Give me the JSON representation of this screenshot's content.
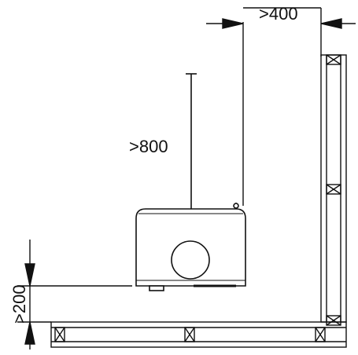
{
  "dimensions": {
    "top_clearance": ">400",
    "overhead_clearance": ">800",
    "floor_clearance": ">200"
  },
  "colors": {
    "stroke": "#111111",
    "background": "#ffffff"
  }
}
